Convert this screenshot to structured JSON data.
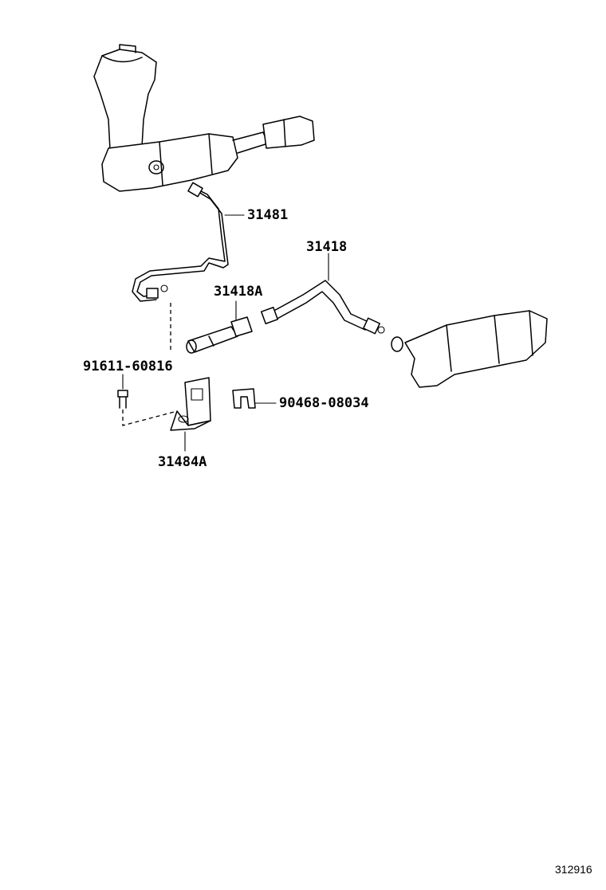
{
  "labels": {
    "p31481": "31481",
    "p31418": "31418",
    "p31418a": "31418A",
    "p9161160816": "91611-60816",
    "p9046808034": "90468-08034",
    "p31484a": "31484A"
  },
  "figure_number": "312916"
}
